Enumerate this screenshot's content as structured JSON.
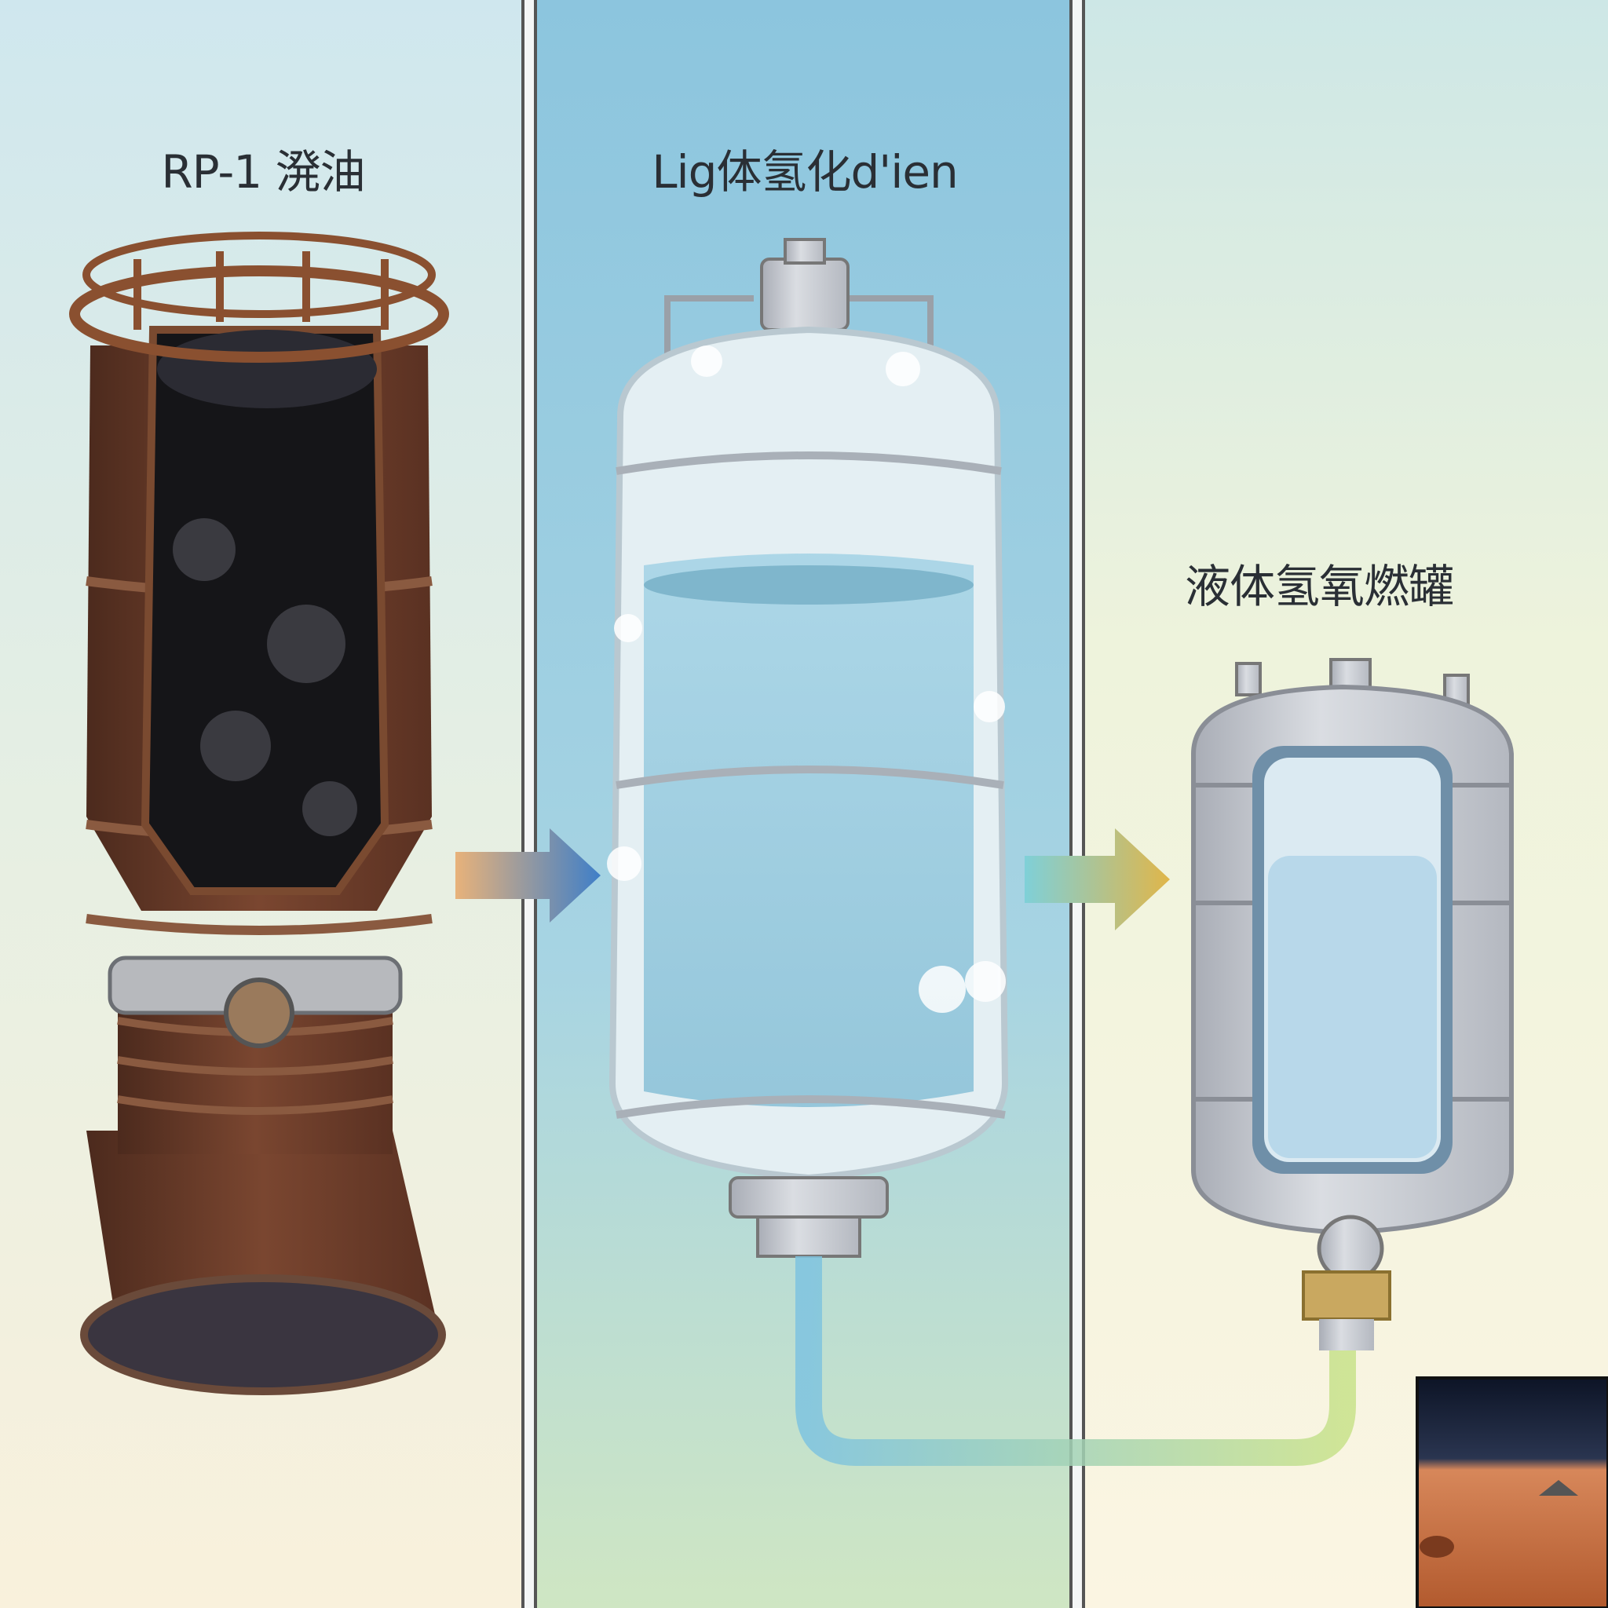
{
  "panels": [
    {
      "label": "RP-1 溌油",
      "subject": "rp1-tank"
    },
    {
      "label": "Lig体氢化d'ien",
      "subject": "frosted-cryogenic-tank"
    },
    {
      "label": "液体氢氧燃罐",
      "subject": "liquid-hydrogen-oxygen-tank"
    }
  ],
  "colors": {
    "rust": "#6b3a26",
    "ice": "#e8f2f6",
    "liquid": "#9fd0e4",
    "steel": "#c9ccd2",
    "mars": "#c86a3a"
  }
}
